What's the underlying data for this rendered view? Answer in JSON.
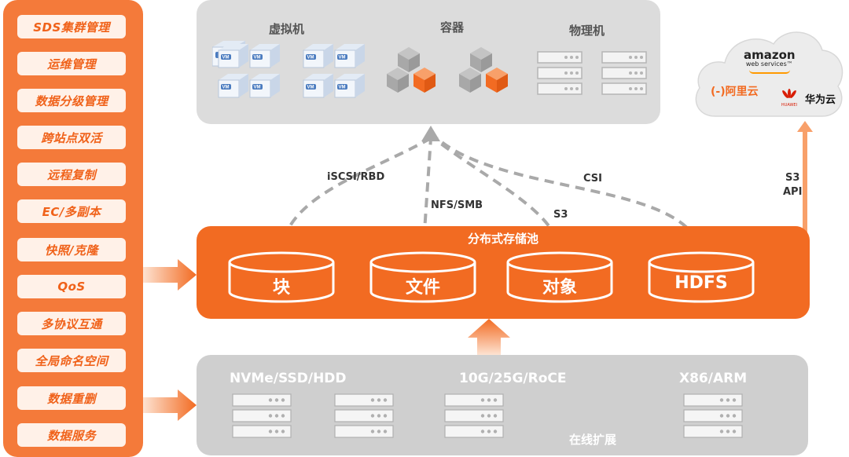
{
  "features": [
    "SDS集群管理",
    "运维管理",
    "数据分级管理",
    "跨站点双活",
    "远程复制",
    "EC/多副本",
    "快照/克隆",
    "QoS",
    "多协议互通",
    "全局命名空间",
    "数据重删",
    "数据服务"
  ],
  "compute": {
    "vm_title": "虚拟机",
    "container_title": "容器",
    "physical_title": "物理机",
    "vm_badge": "VM"
  },
  "cloud": {
    "amazon_line1": "amazon",
    "amazon_line2": "web services™",
    "aliyun_icon": "(-)",
    "aliyun": "阿里云",
    "huawei_small": "HUAWEI",
    "huawei": "华为云"
  },
  "protocols": {
    "iscsi": "iSCSI/RBD",
    "nfs": "NFS/SMB",
    "s3": "S3",
    "csi": "CSI",
    "s3api_line1": "S3",
    "s3api_line2": "API"
  },
  "pool": {
    "title": "分布式存储池",
    "block": "块",
    "file": "文件",
    "object": "对象",
    "hdfs": "HDFS"
  },
  "hardware": {
    "disks": "NVMe/SSD/HDD",
    "network": "10G/25G/RoCE",
    "arch": "X86/ARM",
    "expand": "在线扩展"
  },
  "colors": {
    "orange": "#f26b22",
    "orange_light": "#f8a06a",
    "gray_box": "#dcdcdc",
    "dash": "#a9a9a9"
  }
}
